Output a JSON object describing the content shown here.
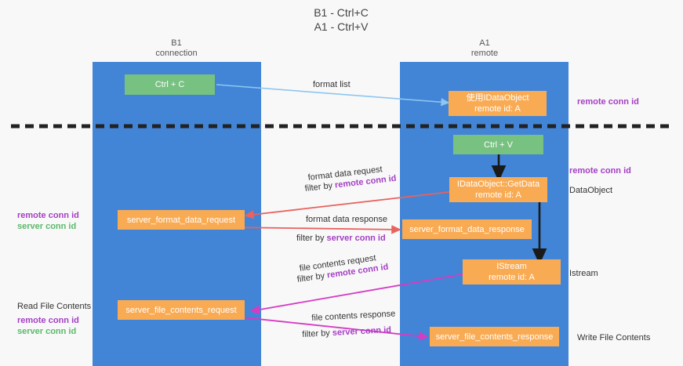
{
  "title": {
    "line1": "B1 - Ctrl+C",
    "line2": "A1 - Ctrl+V"
  },
  "lanes": [
    {
      "id": "b1",
      "header_line1": "B1",
      "header_line2": "connection",
      "color": "#4285d6"
    },
    {
      "id": "a1",
      "header_line1": "A1",
      "header_line2": "remote",
      "color": "#4285d6"
    }
  ],
  "nodes": {
    "ctrl_c": {
      "line1": "Ctrl + C",
      "line2": "",
      "color": "green"
    },
    "ctrl_v": {
      "line1": "Ctrl + V",
      "line2": "",
      "color": "green"
    },
    "dataobject_remote": {
      "line1": "使用IDataObject",
      "line2": "remote id: A",
      "color": "orange"
    },
    "getdata": {
      "line1": "IDataObject::GetData",
      "line2": "remote id: A",
      "color": "orange"
    },
    "istream": {
      "line1": "IStream",
      "line2": "remote id: A",
      "color": "orange"
    },
    "server_format_data_request": {
      "line1": "server_format_data_request",
      "line2": "",
      "color": "orange"
    },
    "server_format_data_response": {
      "line1": "server_format_data_response",
      "line2": "",
      "color": "orange"
    },
    "server_file_contents_request": {
      "line1": "server_file_contents_request",
      "line2": "",
      "color": "orange"
    },
    "server_file_contents_response": {
      "line1": "server_file_contents_response",
      "line2": "",
      "color": "orange"
    }
  },
  "edge_labels": {
    "format_list": "format list",
    "format_data_request": "format data request",
    "format_data_request_filter_prefix": "filter by ",
    "format_data_request_filter_key": "remote conn id",
    "format_data_response": "format data response",
    "format_data_response_filter_prefix": "filter by ",
    "format_data_response_filter_key": "server conn id",
    "file_contents_request": "file contents request",
    "file_contents_request_filter_prefix": "filter by ",
    "file_contents_request_filter_key": "remote conn id",
    "file_contents_response": "file contents response",
    "file_contents_response_filter_prefix": "filter by ",
    "file_contents_response_filter_key": "server conn id"
  },
  "annotations": {
    "right_remote_conn_id_top": "remote conn id",
    "right_remote_conn_id_mid": "remote conn id",
    "right_dataobject": "DataObject",
    "right_istream": "Istream",
    "right_write_file_contents": "Write File Contents",
    "left_remote_conn_id_1": "remote conn id",
    "left_server_conn_id_1": "server conn id",
    "left_read_file_contents": "Read File Contents",
    "left_remote_conn_id_2": "remote conn id",
    "left_server_conn_id_2": "server conn id"
  },
  "colors": {
    "lane": "#4285d6",
    "green_node": "#77c181",
    "orange_node": "#f9ab54",
    "purple_key": "#a43fc4",
    "green_key": "#5bb96a",
    "red_arrow": "#e8625f",
    "magenta_arrow": "#d63bc4",
    "light_blue_arrow": "#8ec6ef",
    "black_arrow": "#1a1a1a",
    "divider": "#222222"
  }
}
